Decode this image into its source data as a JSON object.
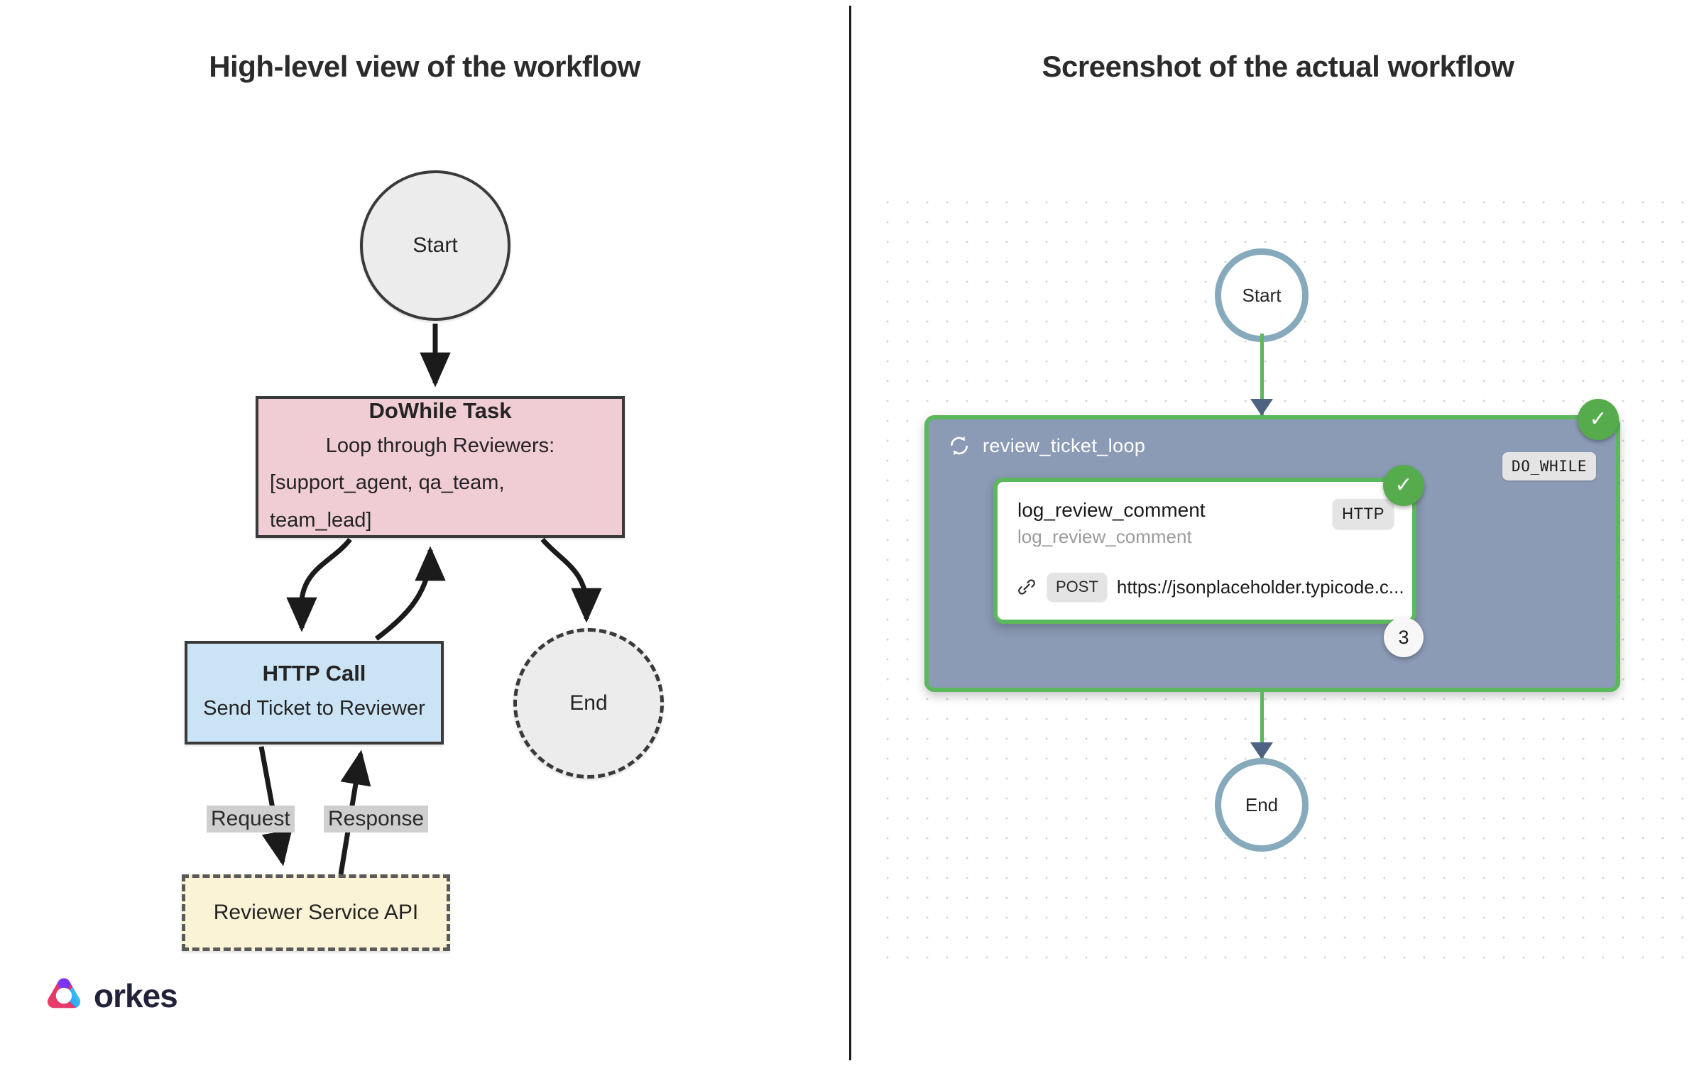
{
  "panels": {
    "left_title": "High-level view of the workflow",
    "right_title": "Screenshot of the actual workflow"
  },
  "diagram": {
    "type": "flowchart",
    "nodes": [
      {
        "id": "start",
        "label": "Start",
        "shape": "circle",
        "style": "solid",
        "fill": "#ececec"
      },
      {
        "id": "dowhile",
        "title": "DoWhile Task",
        "line1": "Loop through Reviewers:",
        "line2": "[support_agent, qa_team, team_lead]",
        "shape": "rect",
        "fill": "#f0ccd5"
      },
      {
        "id": "http",
        "title": "HTTP Call",
        "line1": "Send Ticket to Reviewer",
        "shape": "rect",
        "fill": "#cbe4f5"
      },
      {
        "id": "end",
        "label": "End",
        "shape": "circle",
        "style": "dashed",
        "fill": "#ececec"
      },
      {
        "id": "api",
        "label": "Reviewer Service API",
        "shape": "rect",
        "style": "dashed",
        "fill": "#faf3d5"
      }
    ],
    "edge_labels": {
      "request": "Request",
      "response": "Response"
    }
  },
  "logo": {
    "word": "orkes",
    "colors": {
      "pink": "#e8385f",
      "purple": "#7a3cf0",
      "cyan": "#2ec8f5",
      "blue": "#1f8df0"
    }
  },
  "workflow": {
    "start_label": "Start",
    "end_label": "End",
    "loop": {
      "name": "review_ticket_loop",
      "type_tag": "DO_WHILE",
      "status": "completed",
      "status_icon": "check-icon",
      "loop_icon": "refresh-loop-icon",
      "iterations": "3",
      "container_color": "#8b9ab5",
      "border_color": "#5cb85c"
    },
    "task": {
      "name": "log_review_comment",
      "reference": "log_review_comment",
      "type_tag": "HTTP",
      "method": "POST",
      "url": "https://jsonplaceholder.typicode.c...",
      "status_icon": "check-icon",
      "link_icon": "link-icon"
    },
    "edge_color": "#5cb85c",
    "node_border_color": "#86aabc",
    "arrow_color": "#4e6282"
  }
}
